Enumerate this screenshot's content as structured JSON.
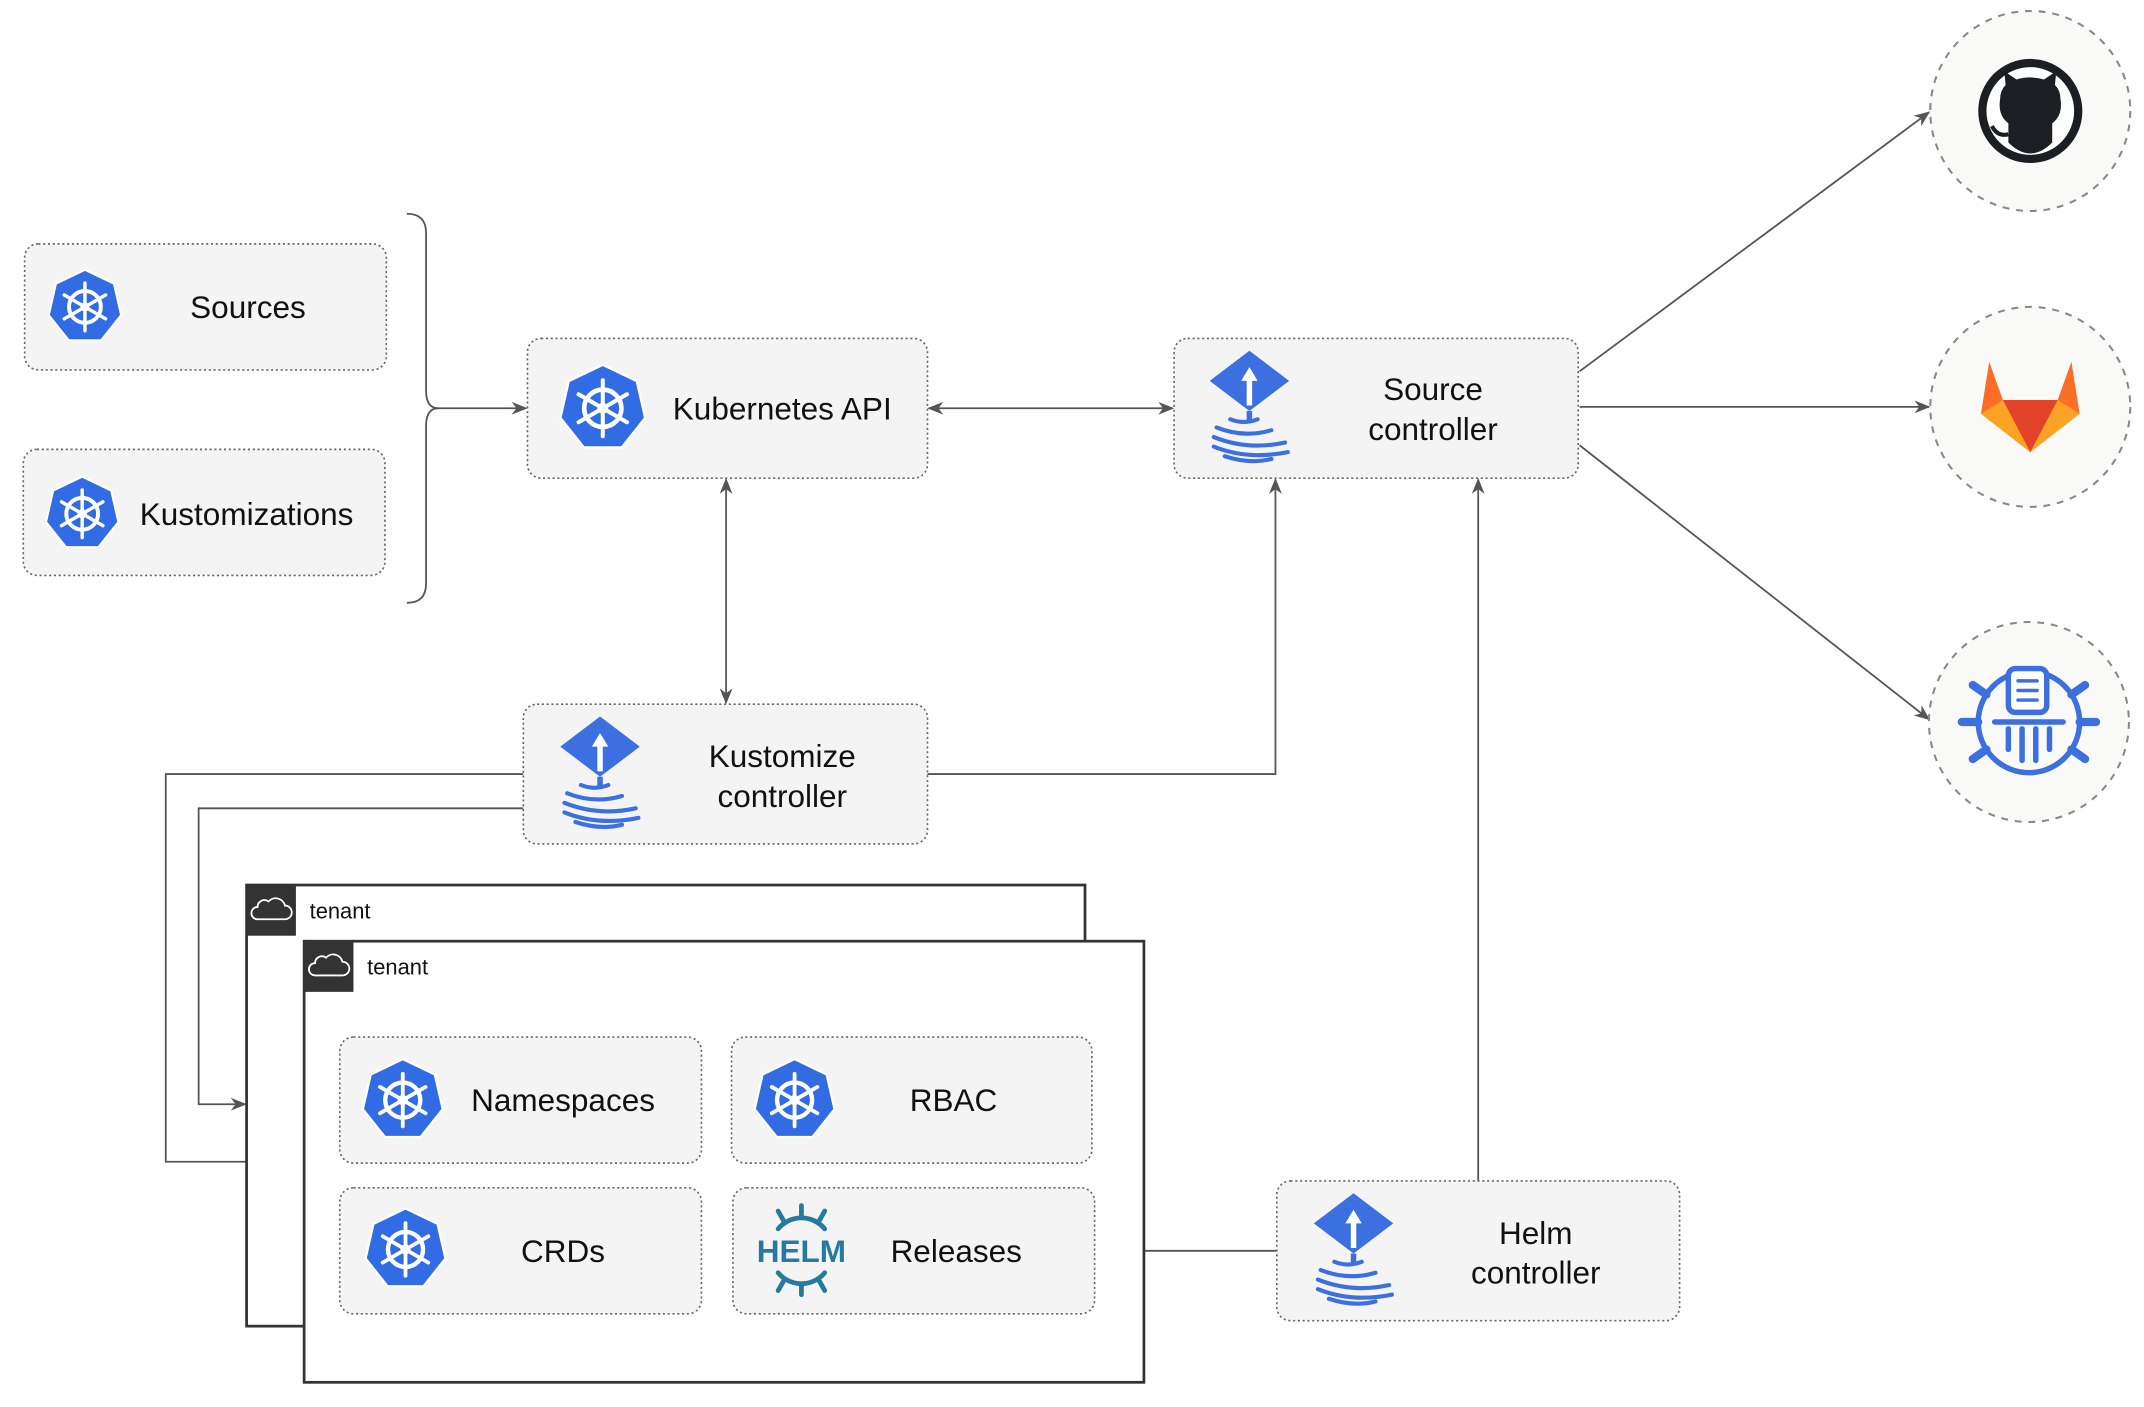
{
  "nodes": {
    "sources": "Sources",
    "kustomizations": "Kustomizations",
    "kubernetes_api": "Kubernetes API",
    "source_controller": [
      "Source",
      "controller"
    ],
    "kustomize_controller": [
      "Kustomize",
      "controller"
    ],
    "helm_controller": [
      "Helm",
      "controller"
    ],
    "namespaces": "Namespaces",
    "rbac": "RBAC",
    "crds": "CRDs",
    "releases": "Releases"
  },
  "tenants": [
    "tenant",
    "tenant"
  ],
  "logos": {
    "helm": "HELM",
    "external": [
      "github-icon",
      "gitlab-icon",
      "bucket-storage-icon"
    ]
  },
  "colors": {
    "kubernetes_blue": "#326ce5",
    "flux_blue": "#3c6fe0",
    "helm_blue": "#277a9f",
    "gitlab_orange": "#e24329"
  }
}
